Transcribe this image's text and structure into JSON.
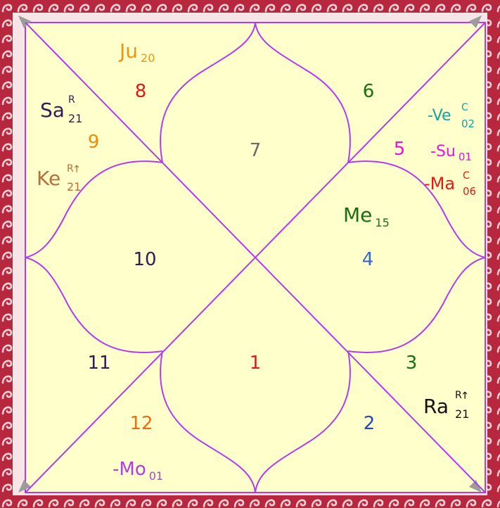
{
  "colors": {
    "panel": "#FFFFCC",
    "line": "#B13BEF",
    "border_bg": "#B7283F",
    "border_swirl": "#F6D2D8"
  },
  "houses": [
    {
      "num": "1",
      "color": "#E21919"
    },
    {
      "num": "2",
      "color": "#2B46B5"
    },
    {
      "num": "3",
      "color": "#1B6D14"
    },
    {
      "num": "4",
      "color": "#3967C7"
    },
    {
      "num": "5",
      "color": "#EE0FE3"
    },
    {
      "num": "6",
      "color": "#1B6D14"
    },
    {
      "num": "7",
      "color": "#6B6B6B"
    },
    {
      "num": "8",
      "color": "#E21919"
    },
    {
      "num": "9",
      "color": "#EE8B0C"
    },
    {
      "num": "10",
      "color": "#2A1E55"
    },
    {
      "num": "11",
      "color": "#2A1E55"
    },
    {
      "num": "12",
      "color": "#EE6C12"
    }
  ],
  "planets": [
    {
      "id": "ju",
      "name": "Ju",
      "deg": "20",
      "sup": "",
      "color": "#EE950F"
    },
    {
      "id": "sa",
      "name": "Sa",
      "deg": "21",
      "sup": "R",
      "color": "#2A1E55"
    },
    {
      "id": "ke",
      "name": "Ke",
      "deg": "21",
      "sup": "R",
      "arrow": "🡑",
      "color": "#B5703B"
    },
    {
      "id": "ve",
      "name": "-Ve",
      "deg": "02",
      "sup": "C",
      "color": "#14A2A0"
    },
    {
      "id": "su",
      "name": "-Su",
      "deg": "01",
      "sup": "",
      "color": "#EE0FE3"
    },
    {
      "id": "ma",
      "name": "-Ma",
      "deg": "06",
      "sup": "C",
      "color": "#E21919"
    },
    {
      "id": "me",
      "name": "Me",
      "deg": "15",
      "sup": "",
      "color": "#1B6D14"
    },
    {
      "id": "ra",
      "name": "Ra",
      "deg": "21",
      "sup": "R",
      "arrow": "🡑",
      "color": "#111111"
    },
    {
      "id": "mo",
      "name": "-Mo",
      "deg": "01",
      "sup": "",
      "color": "#B13BEF"
    }
  ]
}
